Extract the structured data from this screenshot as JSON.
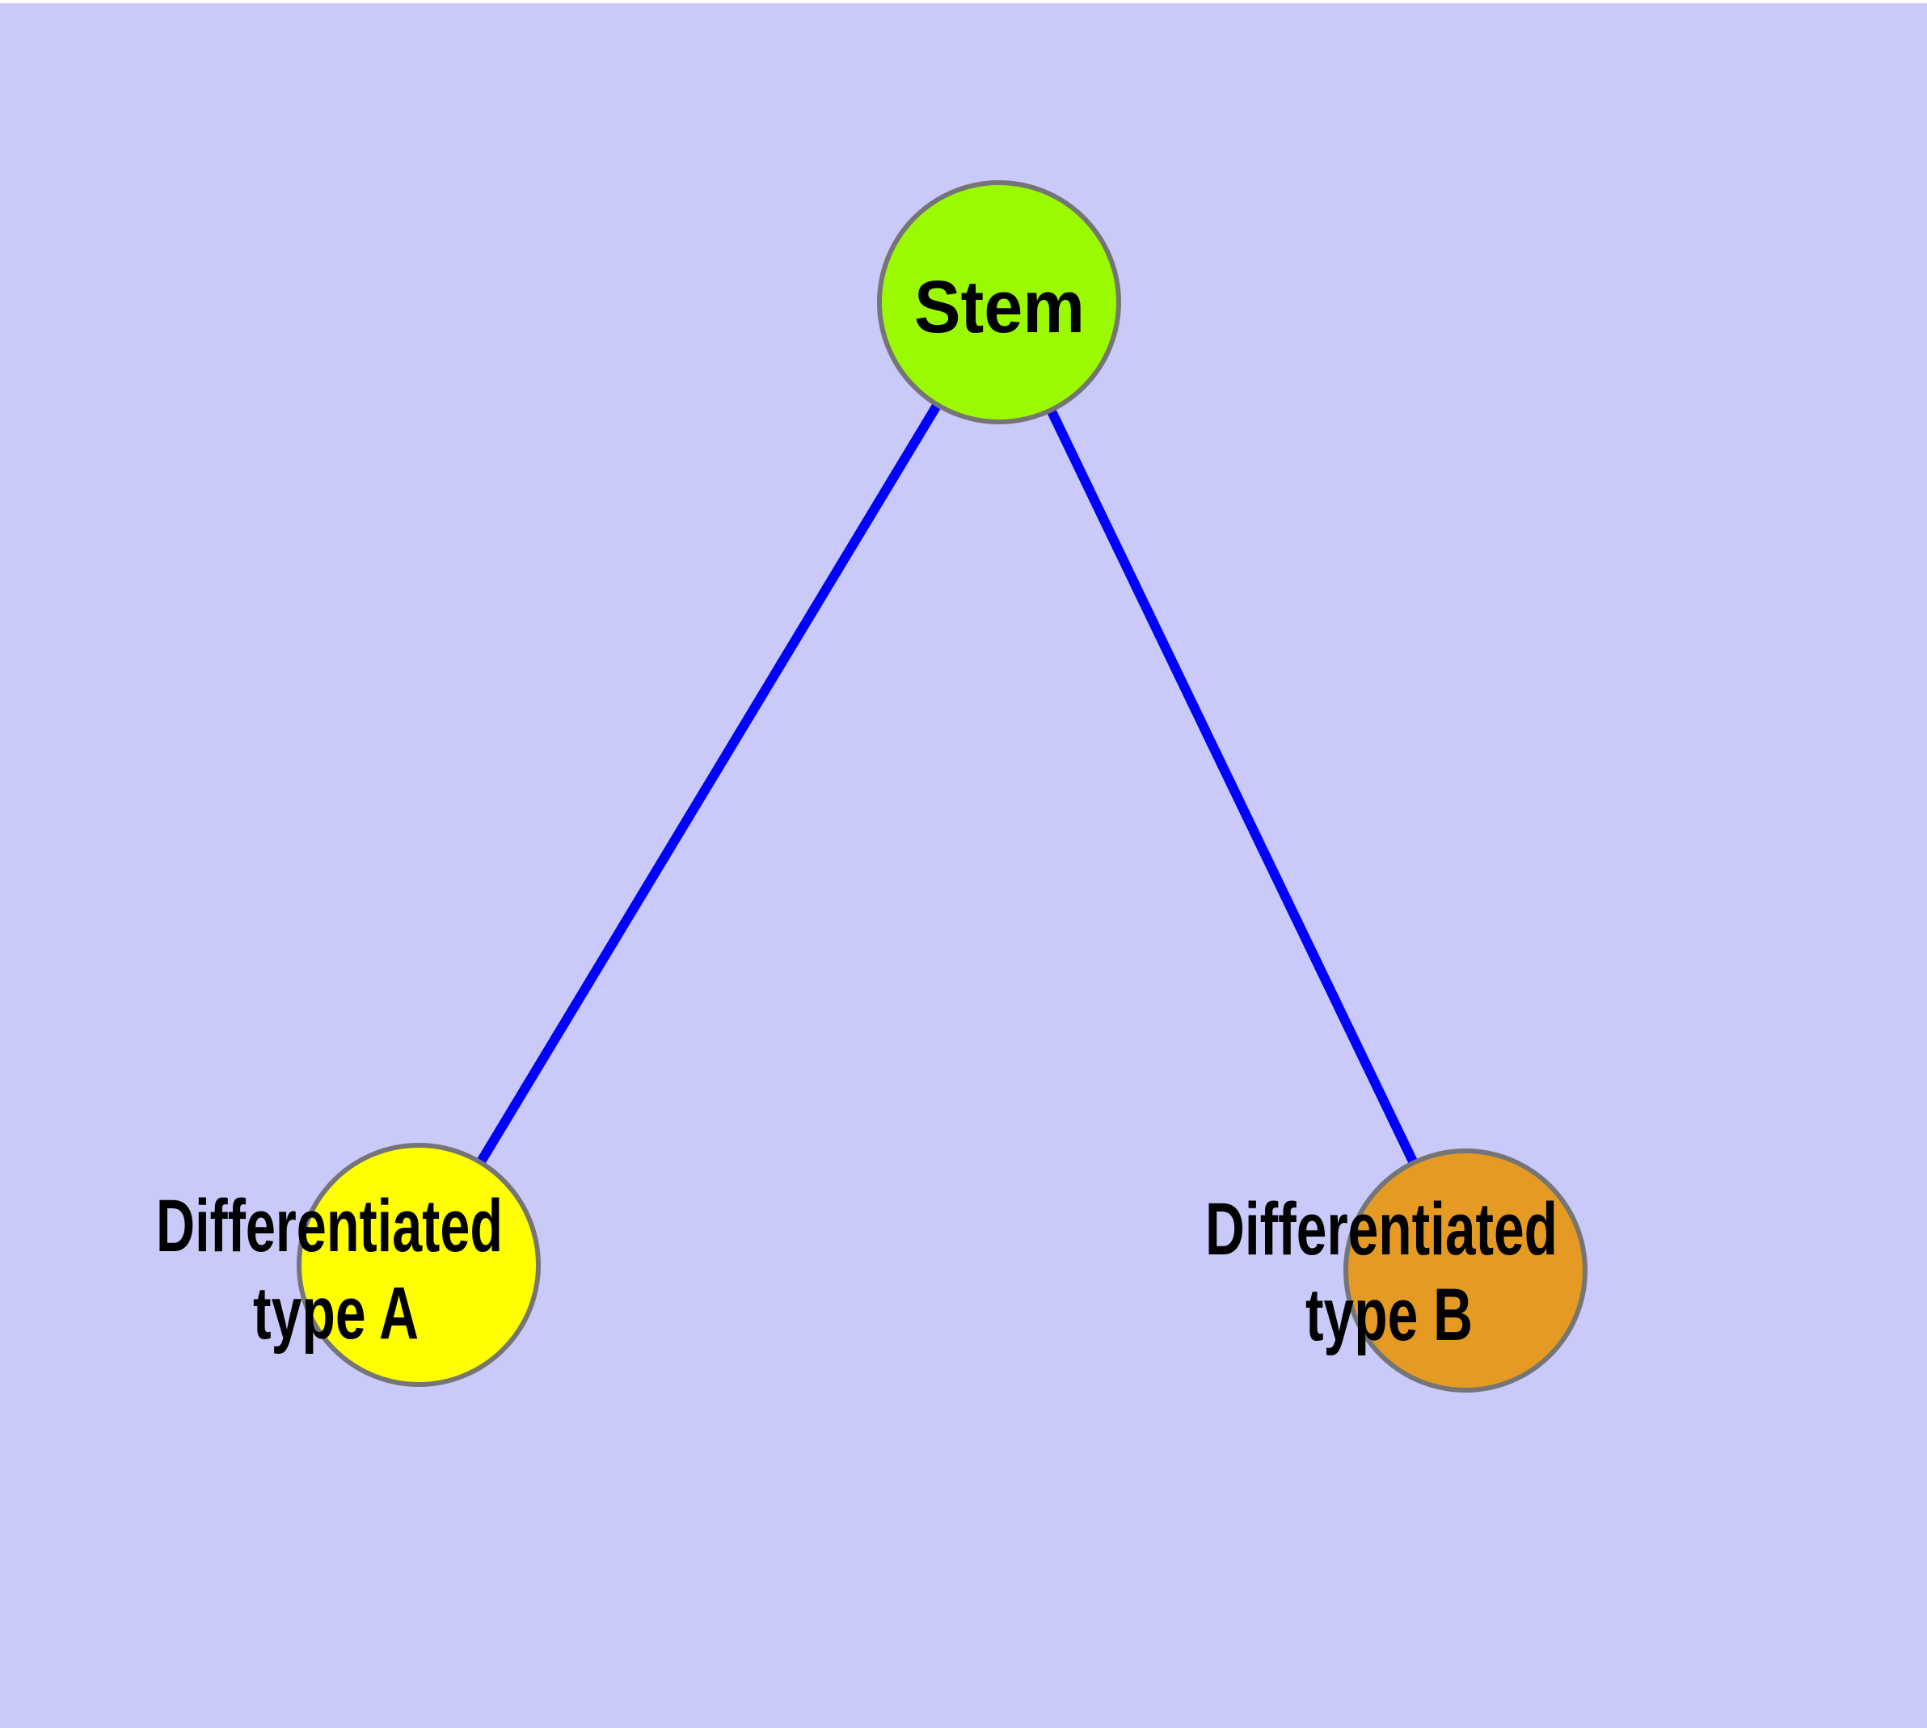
{
  "graph": {
    "background_color": "#C9C9FA",
    "top_strip_color": "#FFFFFF",
    "edge_color": "#0000FF",
    "node_border_color": "#757575",
    "label_color": "#000000",
    "nodes": [
      {
        "id": "stem",
        "label": "Stem",
        "fill": "#9BFA00"
      },
      {
        "id": "differentiated-type-a",
        "label": "Differentiated type A",
        "label_line1": "Differentiated",
        "label_line2": "type A",
        "fill": "#FFFF00"
      },
      {
        "id": "differentiated-type-b",
        "label": "Differentiated type B",
        "label_line1": "Differentiated",
        "label_line2": "type B",
        "fill": "#E59A23"
      }
    ],
    "edges": [
      {
        "from": "Stem",
        "to": "Differentiated type A"
      },
      {
        "from": "Stem",
        "to": "Differentiated type B"
      }
    ]
  }
}
